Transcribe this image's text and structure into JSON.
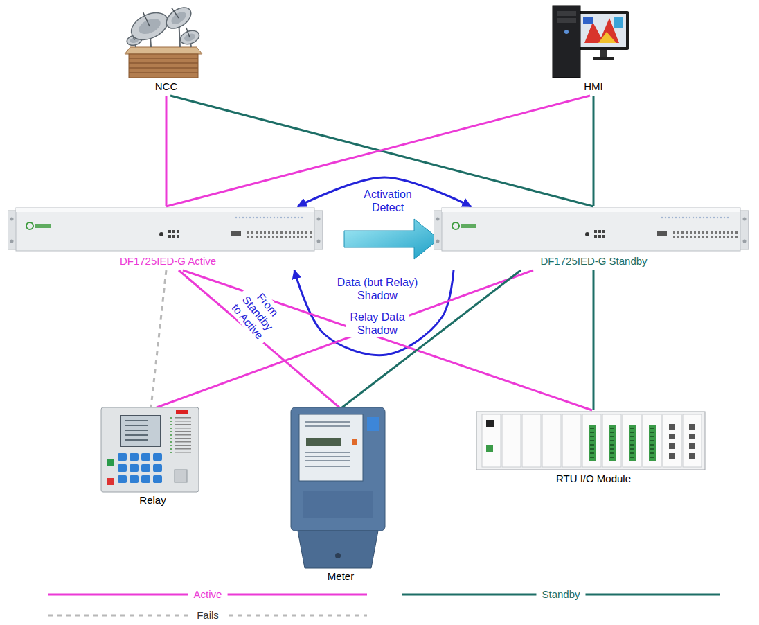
{
  "diagram": {
    "nodes": [
      {
        "text": [
          "NCC"
        ]
      },
      {
        "text": [
          "HMI"
        ]
      },
      {
        "text": [
          "DF1725IED-G Active"
        ]
      },
      {
        "text": [
          "DF1725IED-G Standby"
        ]
      },
      {
        "text": [
          "Relay"
        ]
      },
      {
        "text": [
          "Meter"
        ]
      },
      {
        "text": [
          "RTU I/O Module"
        ]
      }
    ],
    "edges": [
      {
        "from": 0,
        "to": 2,
        "arrow": "none"
      },
      {
        "from": 0,
        "to": 3,
        "arrow": "none"
      },
      {
        "from": 1,
        "to": 2,
        "arrow": "none"
      },
      {
        "from": 1,
        "to": 3,
        "arrow": "none"
      },
      {
        "from": 2,
        "to": 3,
        "arrow": "both",
        "label": "Activation Detect"
      },
      {
        "from": 3,
        "to": 2,
        "arrow": "to",
        "label": "Relay Data Shadow"
      },
      {
        "from": 2,
        "to": 4,
        "arrow": "none"
      },
      {
        "from": 2,
        "to": 5,
        "arrow": "none"
      },
      {
        "from": 2,
        "to": 6,
        "arrow": "none"
      },
      {
        "from": 4,
        "to": 3,
        "arrow": "none"
      },
      {
        "from": 5,
        "to": 3,
        "arrow": "none"
      },
      {
        "from": 3,
        "to": 6,
        "arrow": "none"
      }
    ],
    "labels": [
      "Data (but Relay) Shadow",
      "From Standby to Active"
    ],
    "legend": [
      {
        "text": "Active",
        "color": "#ec3ad6"
      },
      {
        "text": "Standby",
        "color": "#1d6e66"
      },
      {
        "text": "Fails"
      }
    ]
  }
}
